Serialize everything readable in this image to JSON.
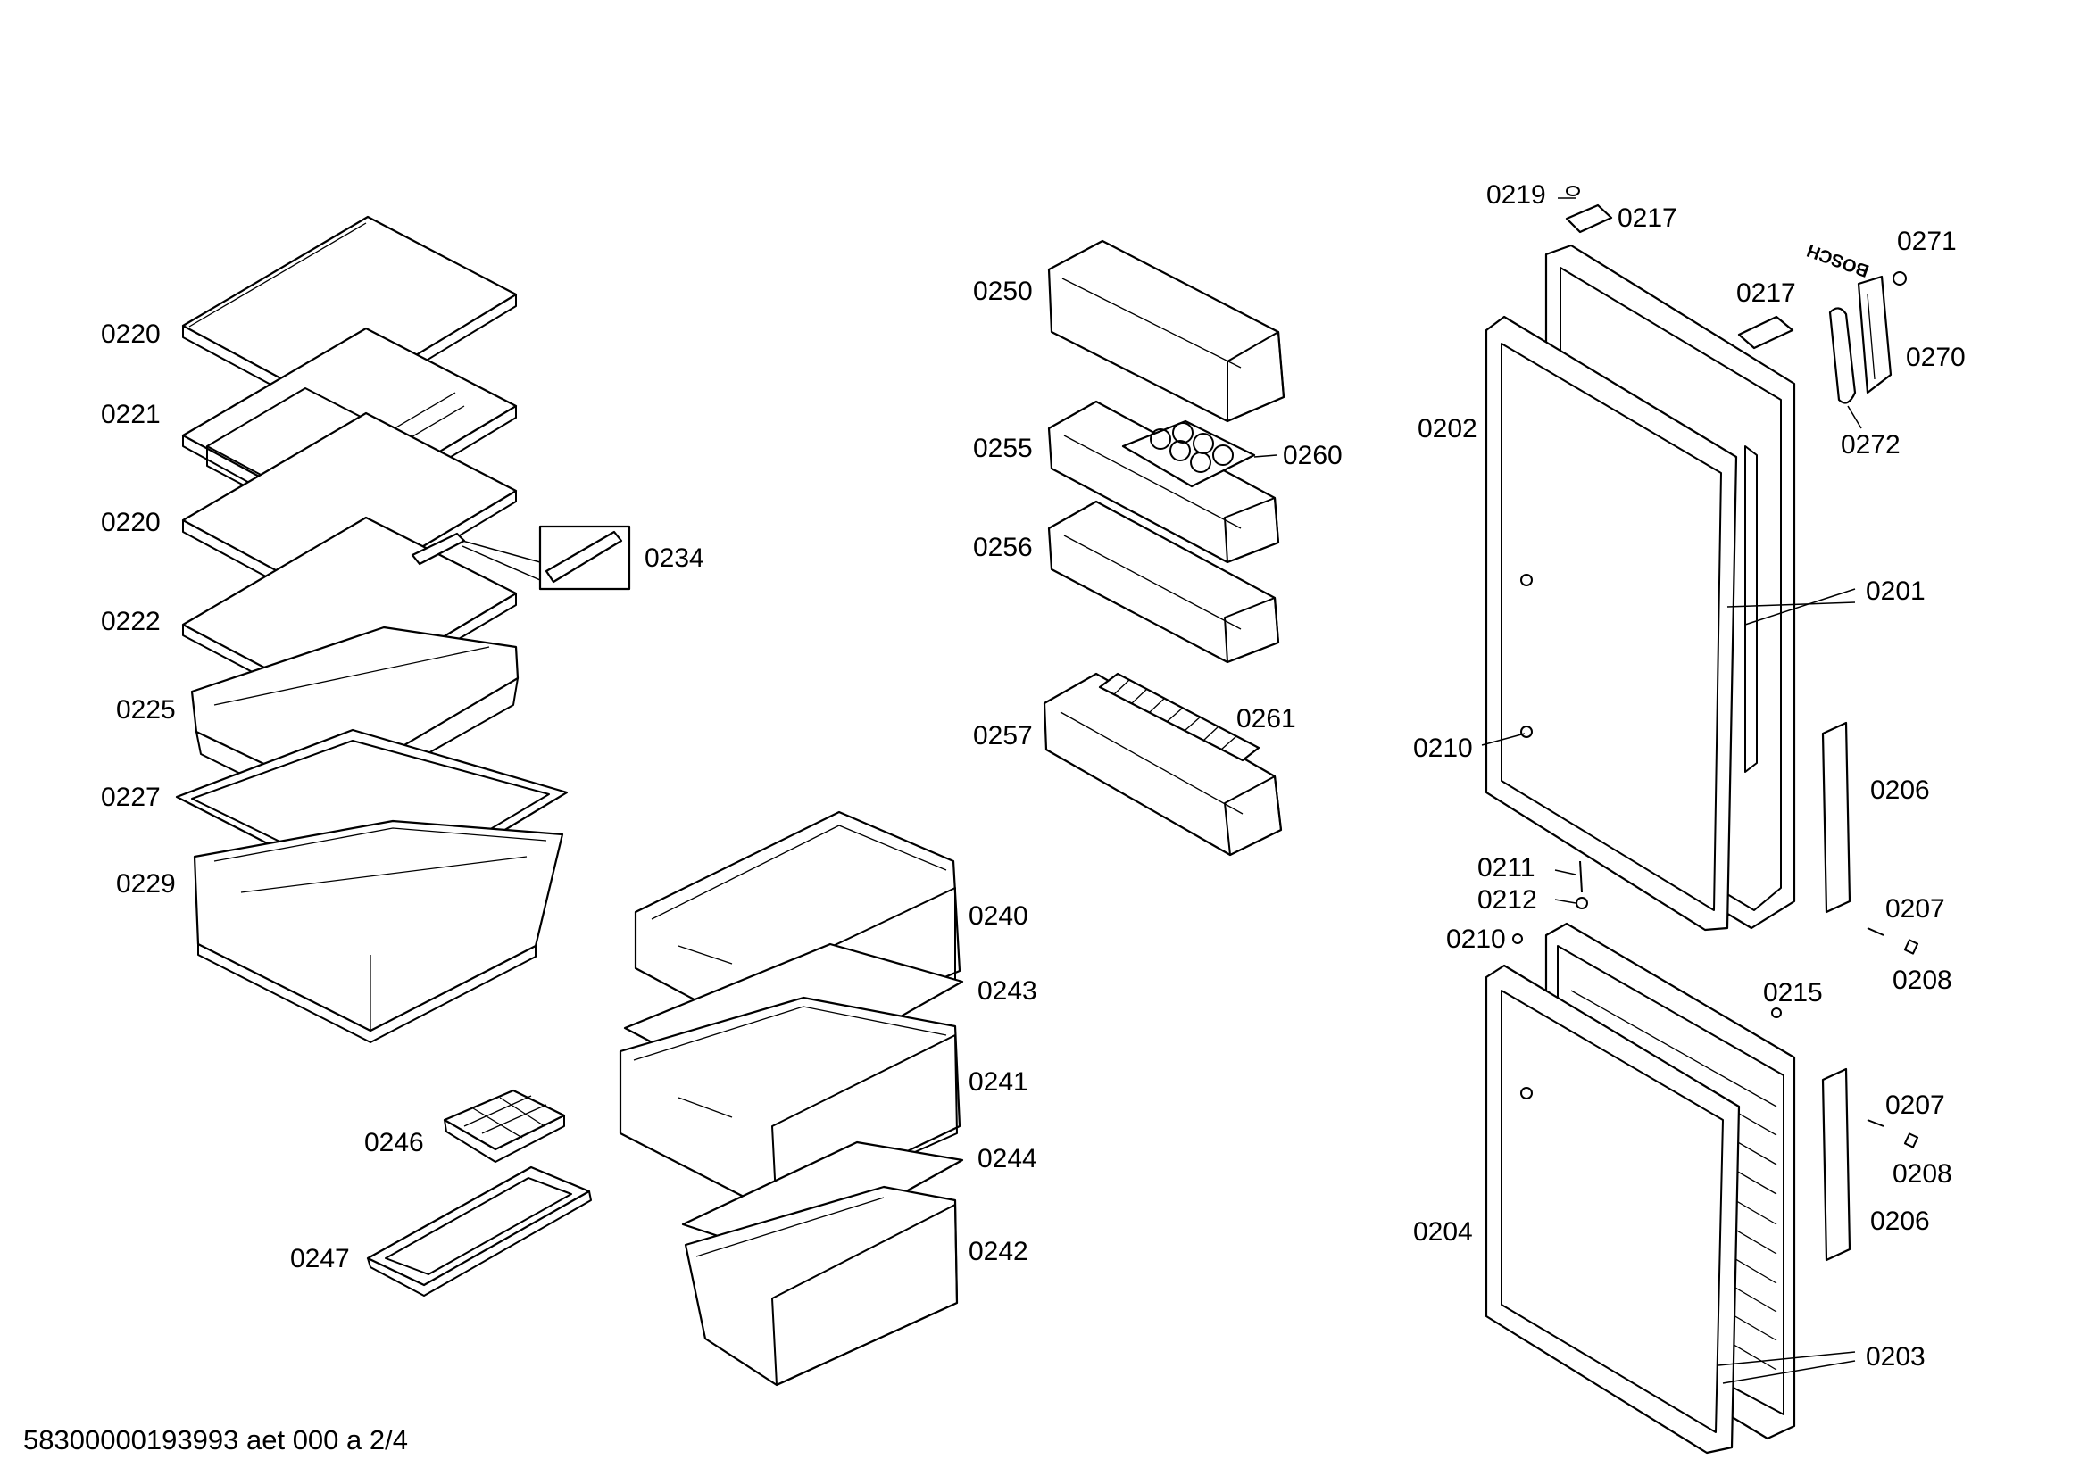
{
  "footer": "58300000193993 aet 000 a 2/4",
  "logo_text": "BOSCH",
  "labels": [
    {
      "id": "l0220a",
      "text": "0220"
    },
    {
      "id": "l0221",
      "text": "0221"
    },
    {
      "id": "l0220b",
      "text": "0220"
    },
    {
      "id": "l0222",
      "text": "0222"
    },
    {
      "id": "l0234",
      "text": "0234"
    },
    {
      "id": "l0225",
      "text": "0225"
    },
    {
      "id": "l0227",
      "text": "0227"
    },
    {
      "id": "l0229",
      "text": "0229"
    },
    {
      "id": "l0246",
      "text": "0246"
    },
    {
      "id": "l0247",
      "text": "0247"
    },
    {
      "id": "l0240",
      "text": "0240"
    },
    {
      "id": "l0243",
      "text": "0243"
    },
    {
      "id": "l0241",
      "text": "0241"
    },
    {
      "id": "l0244",
      "text": "0244"
    },
    {
      "id": "l0242",
      "text": "0242"
    },
    {
      "id": "l0250",
      "text": "0250"
    },
    {
      "id": "l0255",
      "text": "0255"
    },
    {
      "id": "l0260",
      "text": "0260"
    },
    {
      "id": "l0256",
      "text": "0256"
    },
    {
      "id": "l0257",
      "text": "0257"
    },
    {
      "id": "l0261",
      "text": "0261"
    },
    {
      "id": "l0219",
      "text": "0219"
    },
    {
      "id": "l0217a",
      "text": "0217"
    },
    {
      "id": "l0217b",
      "text": "0217"
    },
    {
      "id": "l0271",
      "text": "0271"
    },
    {
      "id": "l0270",
      "text": "0270"
    },
    {
      "id": "l0272",
      "text": "0272"
    },
    {
      "id": "l0202",
      "text": "0202"
    },
    {
      "id": "l0201",
      "text": "0201"
    },
    {
      "id": "l0210a",
      "text": "0210"
    },
    {
      "id": "l0206a",
      "text": "0206"
    },
    {
      "id": "l0211",
      "text": "0211"
    },
    {
      "id": "l0212",
      "text": "0212"
    },
    {
      "id": "l0210b",
      "text": "0210"
    },
    {
      "id": "l0207a",
      "text": "0207"
    },
    {
      "id": "l0208a",
      "text": "0208"
    },
    {
      "id": "l0215",
      "text": "0215"
    },
    {
      "id": "l0207b",
      "text": "0207"
    },
    {
      "id": "l0208b",
      "text": "0208"
    },
    {
      "id": "l0206b",
      "text": "0206"
    },
    {
      "id": "l0204",
      "text": "0204"
    },
    {
      "id": "l0203",
      "text": "0203"
    }
  ]
}
